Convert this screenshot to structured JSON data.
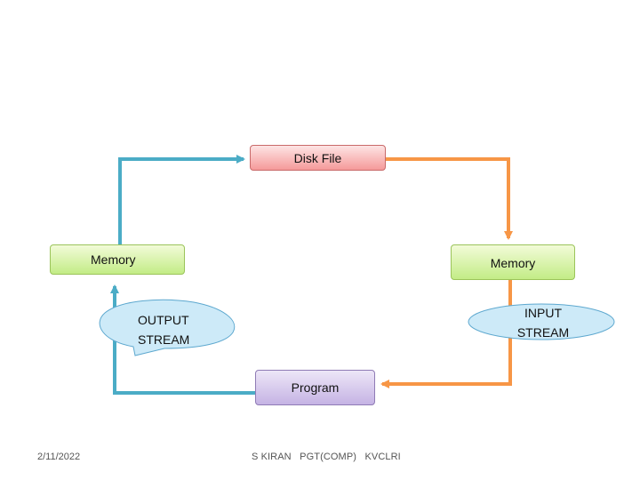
{
  "diagram": {
    "nodes": {
      "disk_file": "Disk File",
      "memory_left": "Memory",
      "memory_right": "Memory",
      "program": "Program"
    },
    "callouts": {
      "output_line1": "OUTPUT",
      "output_line2": "STREAM",
      "input_line1": "INPUT",
      "input_line2": "STREAM"
    },
    "colors": {
      "output_flow": "#4bacc6",
      "input_flow": "#f79646",
      "callout_fill": "#cdeaf8",
      "callout_border": "#5da8cf"
    }
  },
  "footer": {
    "date": "2/11/2022",
    "author": "S KIRAN   PGT(COMP)   KVCLRI"
  }
}
